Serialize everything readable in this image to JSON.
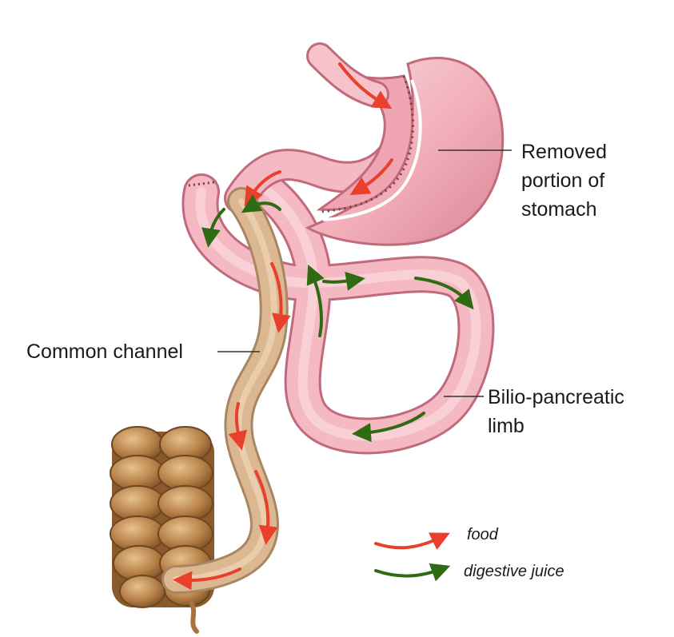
{
  "labels": {
    "removed": [
      "Removed",
      "portion of",
      "stomach"
    ],
    "common_channel": "Common channel",
    "bilio": [
      "Bilio-pancreatic",
      "limb"
    ]
  },
  "legend": {
    "food": "food",
    "juice": "digestive juice"
  },
  "colors": {
    "food_arrow": "#e8402a",
    "juice_arrow": "#2f6b12",
    "stomach_fill": "#f2b4bd",
    "stomach_edge": "#c06a7c",
    "intestine_fill": "#f4b9c2",
    "common_channel_fill": "#d9b48c",
    "colon_fill": "#b5804a"
  }
}
